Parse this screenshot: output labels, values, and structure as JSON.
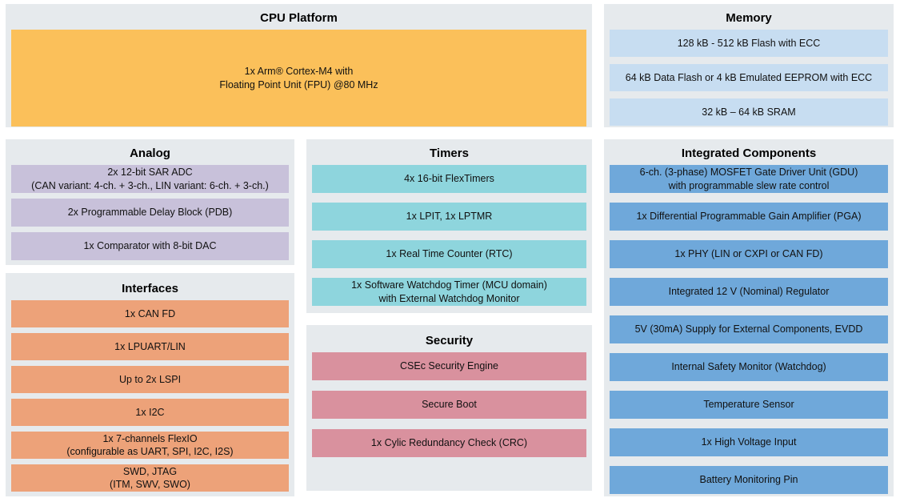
{
  "colors": {
    "page_background": "#ffffff",
    "panel_background": "#e6eaed",
    "cpu_block": "#fbc05a",
    "memory_block": "#c7ddf1",
    "analog_block": "#c8c1da",
    "timers_block": "#8ed5dd",
    "interfaces_block": "#eda279",
    "security_block": "#d9919e",
    "integrated_block": "#6fa8da",
    "text": "#000000"
  },
  "panels": {
    "cpu": {
      "title": "CPU Platform",
      "blocks": [
        "1x Arm® Cortex-M4 with\nFloating Point Unit (FPU) @80 MHz"
      ]
    },
    "memory": {
      "title": "Memory",
      "blocks": [
        "128 kB - 512 kB Flash with ECC",
        "64 kB Data Flash or 4 kB Emulated EEPROM with ECC",
        "32 kB – 64 kB SRAM"
      ]
    },
    "analog": {
      "title": "Analog",
      "blocks": [
        "2x 12-bit SAR ADC\n(CAN variant: 4-ch. + 3-ch., LIN variant: 6-ch. + 3-ch.)",
        "2x Programmable Delay Block (PDB)",
        "1x Comparator with 8-bit DAC"
      ]
    },
    "timers": {
      "title": "Timers",
      "blocks": [
        "4x 16-bit FlexTimers",
        "1x LPIT, 1x LPTMR",
        "1x Real Time Counter (RTC)",
        "1x Software Watchdog Timer (MCU domain)\nwith External Watchdog Monitor"
      ]
    },
    "interfaces": {
      "title": "Interfaces",
      "blocks": [
        "1x CAN FD",
        "1x LPUART/LIN",
        "Up to 2x LSPI",
        "1x I2C",
        "1x 7-channels FlexIO\n(configurable as UART, SPI, I2C, I2S)",
        "SWD, JTAG\n(ITM, SWV, SWO)"
      ]
    },
    "security": {
      "title": "Security",
      "blocks": [
        "CSEc Security Engine",
        "Secure Boot",
        "1x Cylic Redundancy Check (CRC)"
      ]
    },
    "integrated": {
      "title": "Integrated Components",
      "blocks": [
        "6-ch. (3-phase) MOSFET Gate Driver Unit (GDU)\nwith programmable slew rate control",
        "1x Differential Programmable Gain Amplifier (PGA)",
        "1x PHY (LIN or CXPI or CAN FD)",
        "Integrated 12 V (Nominal) Regulator",
        "5V (30mA) Supply for External Components, EVDD",
        "Internal Safety Monitor (Watchdog)",
        "Temperature Sensor",
        "1x High Voltage Input",
        "Battery Monitoring Pin"
      ]
    }
  }
}
